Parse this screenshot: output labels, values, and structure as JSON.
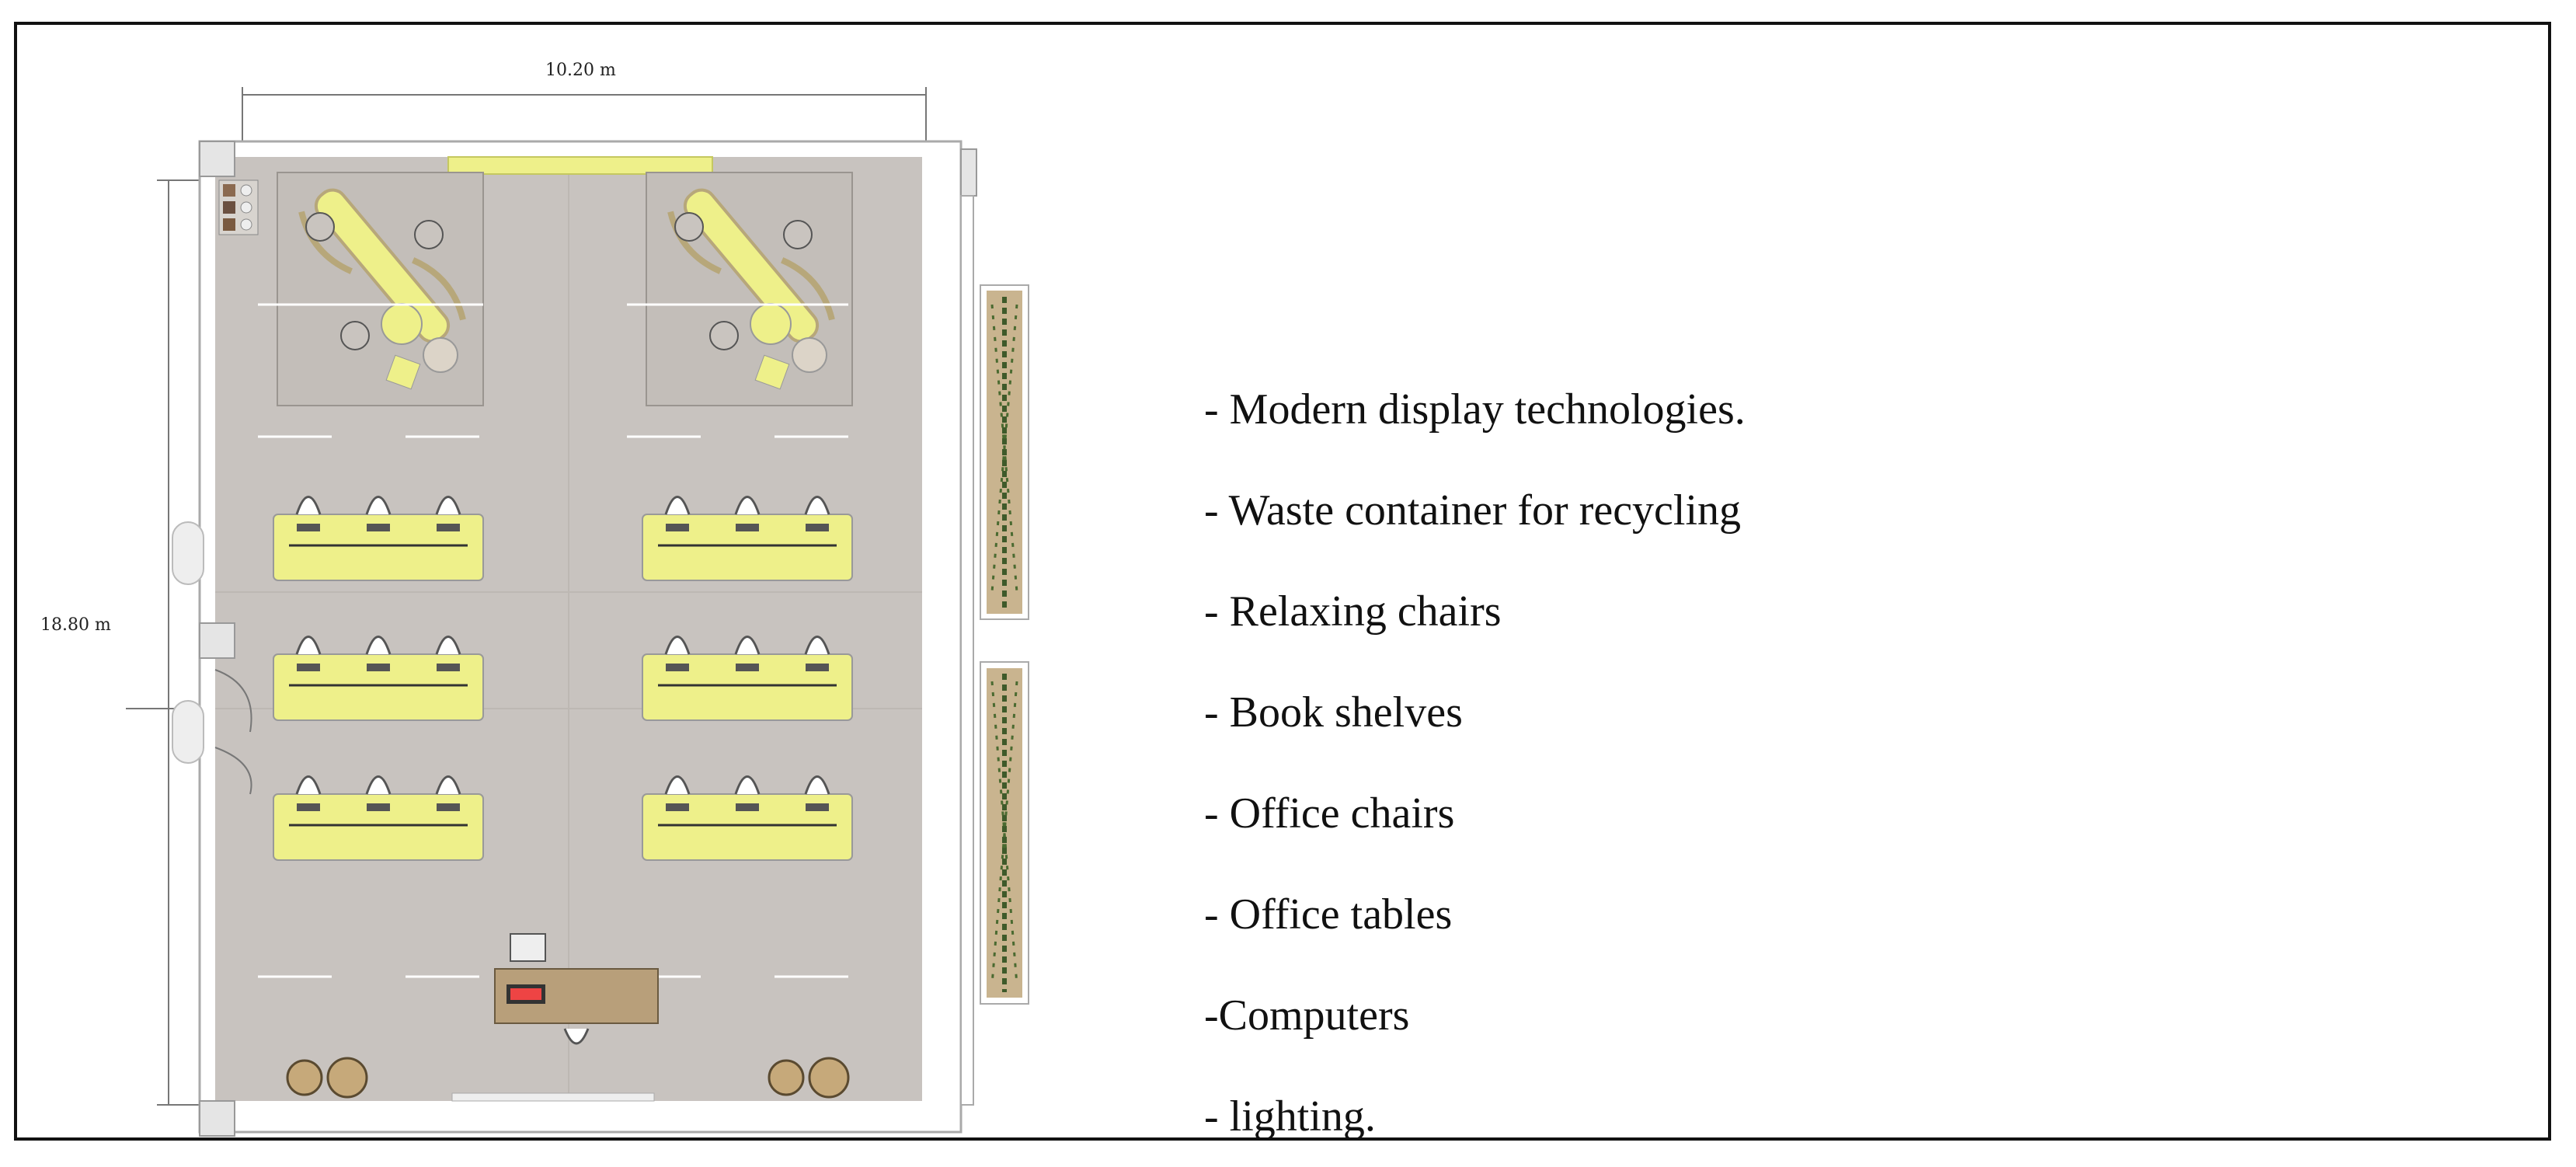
{
  "plan": {
    "width_label": "10.20 m",
    "height_label": "18.80 m"
  },
  "features": [
    "- Modern display technologies.",
    "- Waste container for recycling",
    "- Relaxing chairs",
    "- Book shelves",
    "- Office chairs",
    "- Office tables",
    "-Computers",
    "- lighting."
  ],
  "colors": {
    "floor": "#c8c3bf",
    "desk_yellow": "#eef08a",
    "wall": "#ffffff",
    "plant_green": "#3e5a2a",
    "planter_tan": "#c9b48f"
  }
}
